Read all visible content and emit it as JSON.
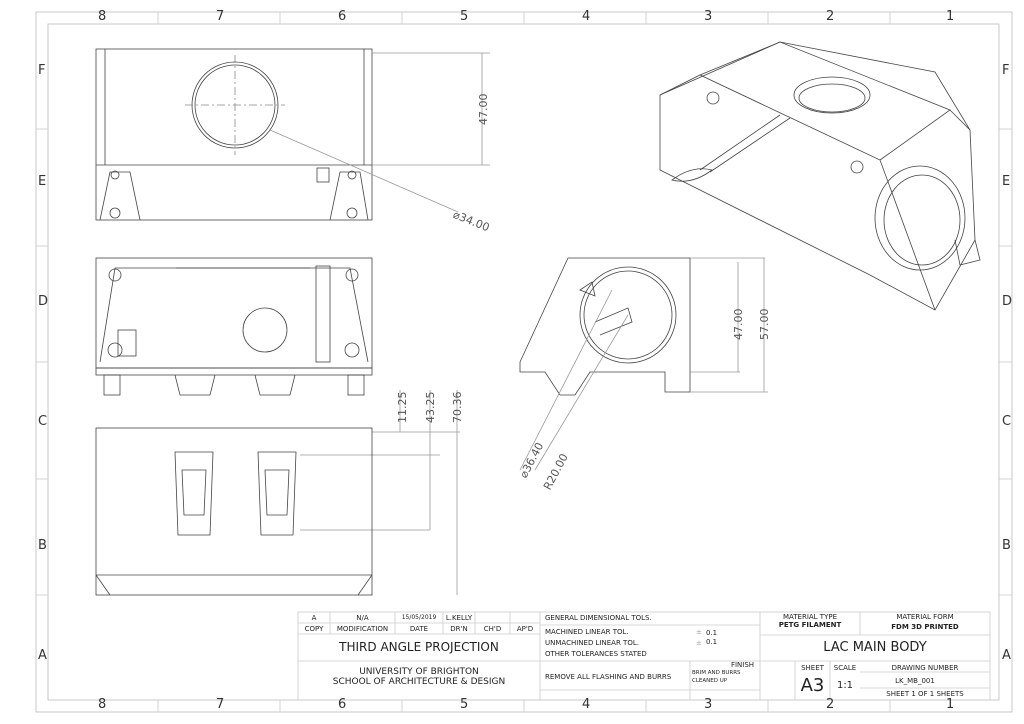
{
  "sheet": {
    "column_numbers": [
      "8",
      "7",
      "6",
      "5",
      "4",
      "3",
      "2",
      "1"
    ],
    "row_letters": [
      "F",
      "E",
      "D",
      "C",
      "B",
      "A"
    ]
  },
  "dimensions": {
    "top_view_height": "47.00",
    "top_view_diameter": "⌀34.00",
    "front_dim_1": "11.25",
    "front_dim_2": "43.25",
    "front_dim_3": "70.36",
    "side_dim_1": "47.00",
    "side_dim_2": "57.00",
    "side_diameter": "⌀36.40",
    "side_radius": "R20.00"
  },
  "title_block": {
    "revision": {
      "copy": "A",
      "modification": "N/A",
      "date": "15/05/2019",
      "drawn": "L.KELLY"
    },
    "headers": {
      "copy": "COPY",
      "modification": "MODIFICATION",
      "date": "DATE",
      "drawn": "DR'N",
      "checked": "CH'D",
      "approved": "AP'D"
    },
    "projection": "THIRD ANGLE PROJECTION",
    "institution_line1": "UNIVERSITY OF BRIGHTON",
    "institution_line2": "SCHOOL OF ARCHITECTURE & DESIGN",
    "tolerances": {
      "general": "GENERAL DIMENSIONAL TOLS.",
      "machined": "MACHINED LINEAR TOL.",
      "machined_value": "0.1",
      "unmachined": "UNMACHINED LINEAR TOL.",
      "unmachined_value": "0.1",
      "other": "OTHER TOLERANCES STATED",
      "plusminus": "±"
    },
    "note": "REMOVE ALL FLASHING AND BURRS",
    "material_type_label": "MATERIAL TYPE",
    "material_type": "PETG FILAMENT",
    "material_form_label": "MATERIAL FORM",
    "material_form": "FDM 3D PRINTED",
    "part_title": "LAC MAIN BODY",
    "finish_label": "FINISH",
    "finish": "BRIM AND BURRS CLEANED UP",
    "sheet_label": "SHEET",
    "sheet_size": "A3",
    "scale_label": "SCALE",
    "scale": "1:1",
    "drawing_number_label": "DRAWING NUMBER",
    "drawing_number": "LK_MB_001",
    "sheet_count": "SHEET 1 OF 1 SHEETS"
  }
}
